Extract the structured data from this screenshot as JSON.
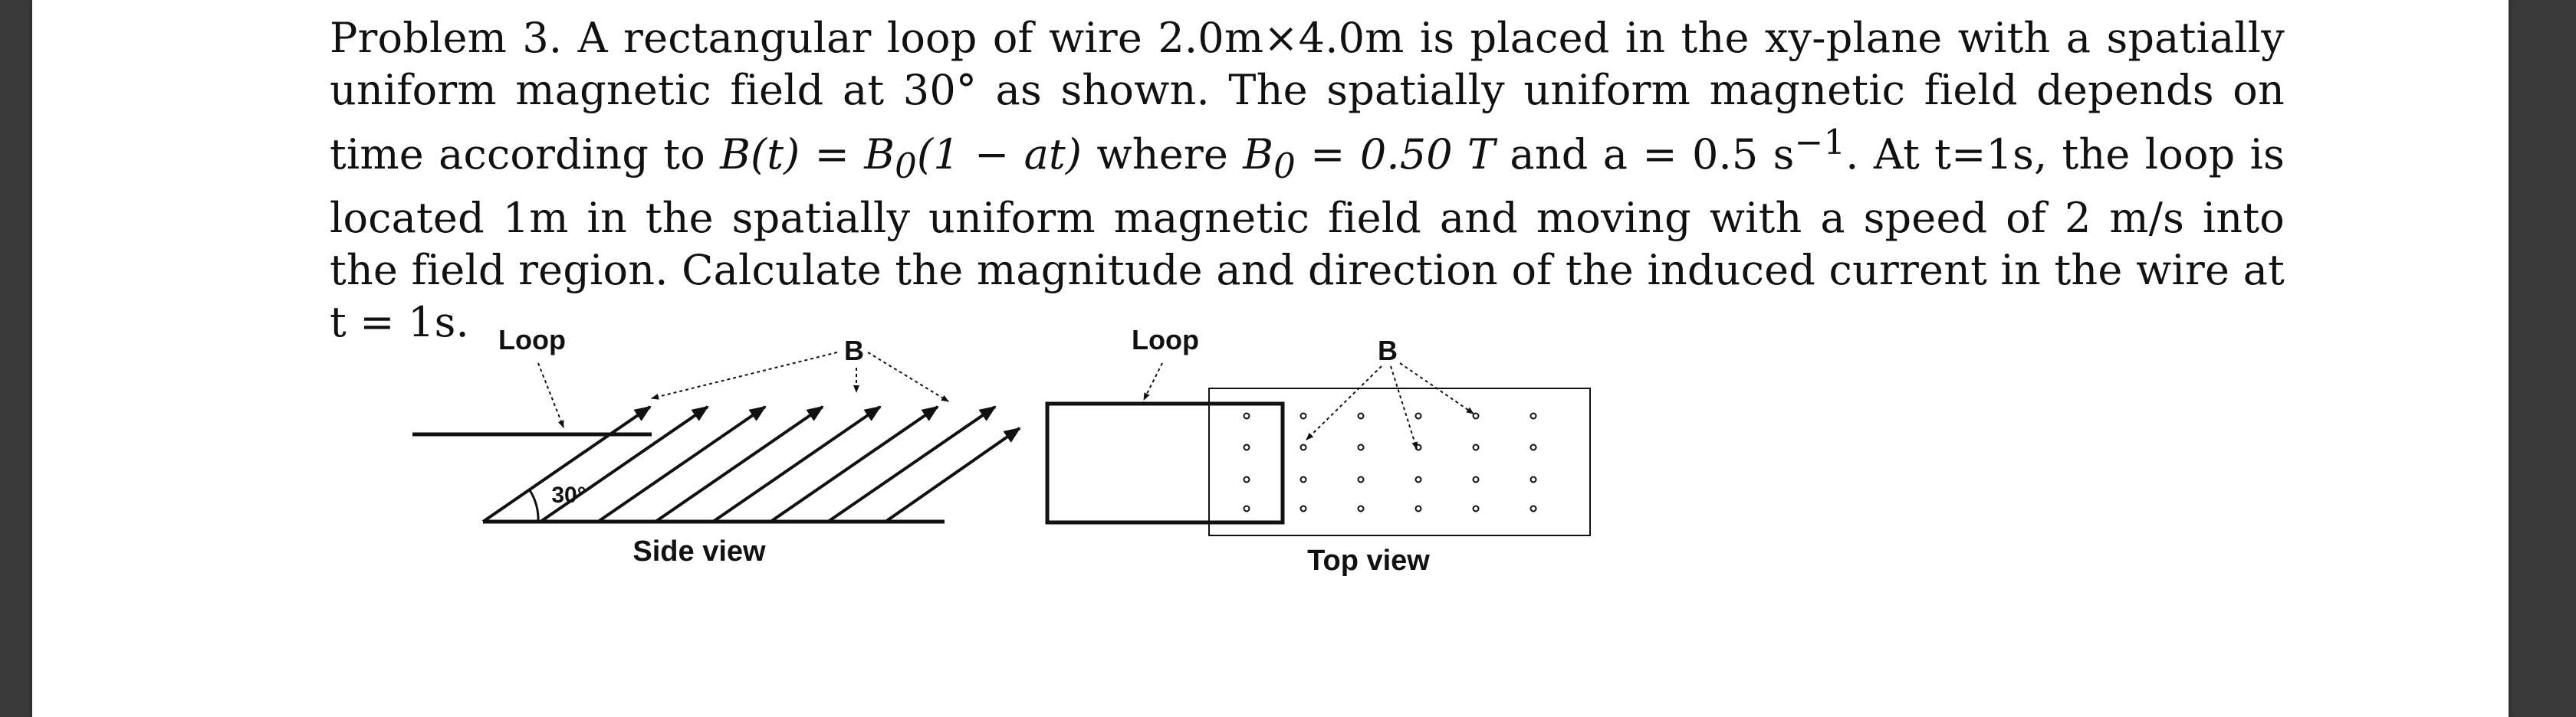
{
  "problem": {
    "label": "Problem 3.",
    "part1": " A rectangular loop of wire 2.0m×4.0m is placed in the xy-plane with a spatially uniform magnetic field at 30° as shown. The spatially uniform magnetic field depends on time according to ",
    "eq1": "B(t) = B",
    "eq1_sub": "0",
    "eq1_rest": "(1 − at)",
    "part2": " where ",
    "eq2": "B",
    "eq2_sub": "0",
    "eq2_rest": " = 0.50 T",
    "part3": " and a = 0.5 s",
    "exp": "−1",
    "part4": ". At t=1s, the loop is located 1m in the spatially uniform magnetic field and moving with a speed of 2 m/s into the field region. Calculate the magnitude and direction of the induced current in the wire at t = 1s."
  },
  "side_view": {
    "loop_label": "Loop",
    "b_label": "B",
    "angle_label": "30°",
    "caption": "Side view"
  },
  "top_view": {
    "loop_label": "Loop",
    "b_label": "B",
    "caption": "Top view"
  }
}
